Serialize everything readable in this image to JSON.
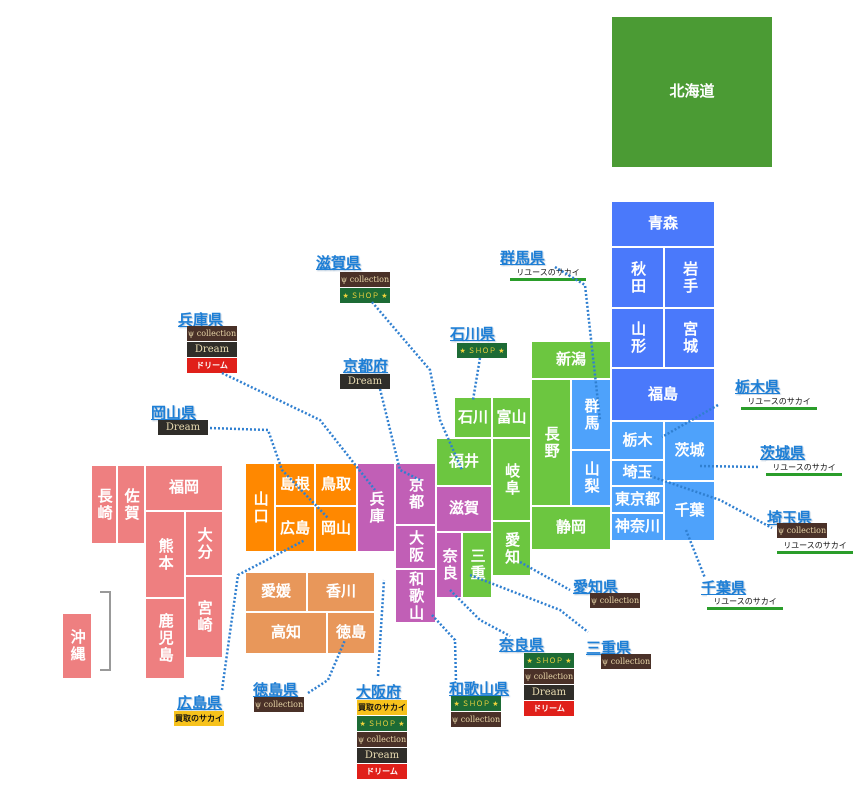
{
  "colors": {
    "hokkaido": "#4b9b34",
    "tohoku": "#4a79fb",
    "kanto": "#4ea2fb",
    "chubu": "#6cc640",
    "kinki": "#c15fb6",
    "chugoku": "#ff8800",
    "shikoku": "#e8975a",
    "kyushu": "#ee7f80",
    "link": "#1e7fd6"
  },
  "prefectures": [
    {
      "id": "hokkaido",
      "name": "北海道",
      "region": "hokkaido"
    },
    {
      "id": "aomori",
      "name": "青森",
      "region": "tohoku"
    },
    {
      "id": "akita",
      "name": "秋田",
      "region": "tohoku"
    },
    {
      "id": "iwate",
      "name": "岩手",
      "region": "tohoku"
    },
    {
      "id": "yamagata",
      "name": "山形",
      "region": "tohoku"
    },
    {
      "id": "miyagi",
      "name": "宮城",
      "region": "tohoku"
    },
    {
      "id": "fukushima",
      "name": "福島",
      "region": "tohoku"
    },
    {
      "id": "tochigi",
      "name": "栃木",
      "region": "kanto"
    },
    {
      "id": "ibaraki",
      "name": "茨城",
      "region": "kanto"
    },
    {
      "id": "saitama",
      "name": "埼玉",
      "region": "kanto"
    },
    {
      "id": "tokyo",
      "name": "東京都",
      "region": "kanto"
    },
    {
      "id": "kanagawa",
      "name": "神奈川",
      "region": "kanto"
    },
    {
      "id": "chiba",
      "name": "千葉",
      "region": "kanto"
    },
    {
      "id": "gunma",
      "name": "群馬",
      "region": "kanto"
    },
    {
      "id": "yamanashi",
      "name": "山梨",
      "region": "kanto"
    },
    {
      "id": "niigata",
      "name": "新潟",
      "region": "chubu"
    },
    {
      "id": "toyama",
      "name": "富山",
      "region": "chubu"
    },
    {
      "id": "ishikawa",
      "name": "石川",
      "region": "chubu"
    },
    {
      "id": "nagano",
      "name": "長野",
      "region": "chubu"
    },
    {
      "id": "gifu",
      "name": "岐阜",
      "region": "chubu"
    },
    {
      "id": "fukui",
      "name": "福井",
      "region": "chubu"
    },
    {
      "id": "shizuoka",
      "name": "静岡",
      "region": "chubu"
    },
    {
      "id": "aichi",
      "name": "愛知",
      "region": "chubu"
    },
    {
      "id": "shiga",
      "name": "滋賀",
      "region": "kinki"
    },
    {
      "id": "mie",
      "name": "三重",
      "region": "chubu"
    },
    {
      "id": "hyogo",
      "name": "兵庫",
      "region": "kinki"
    },
    {
      "id": "kyoto",
      "name": "京都",
      "region": "kinki"
    },
    {
      "id": "osaka",
      "name": "大阪",
      "region": "kinki"
    },
    {
      "id": "nara",
      "name": "奈良",
      "region": "kinki"
    },
    {
      "id": "wakayama",
      "name": "和歌山",
      "region": "kinki"
    },
    {
      "id": "yamaguchi",
      "name": "山口",
      "region": "chugoku"
    },
    {
      "id": "shimane",
      "name": "島根",
      "region": "chugoku"
    },
    {
      "id": "tottori",
      "name": "鳥取",
      "region": "chugoku"
    },
    {
      "id": "hiroshima",
      "name": "広島",
      "region": "chugoku"
    },
    {
      "id": "okayama",
      "name": "岡山",
      "region": "chugoku"
    },
    {
      "id": "ehime",
      "name": "愛媛",
      "region": "shikoku"
    },
    {
      "id": "kagawa",
      "name": "香川",
      "region": "shikoku"
    },
    {
      "id": "kochi",
      "name": "高知",
      "region": "shikoku"
    },
    {
      "id": "tokushima",
      "name": "徳島",
      "region": "shikoku"
    },
    {
      "id": "nagasaki",
      "name": "長崎",
      "region": "kyushu"
    },
    {
      "id": "saga",
      "name": "佐賀",
      "region": "kyushu"
    },
    {
      "id": "fukuoka",
      "name": "福岡",
      "region": "kyushu"
    },
    {
      "id": "kumamoto",
      "name": "熊本",
      "region": "kyushu"
    },
    {
      "id": "oita",
      "name": "大分",
      "region": "kyushu"
    },
    {
      "id": "kagoshima",
      "name": "鹿児島",
      "region": "kyushu"
    },
    {
      "id": "miyazaki",
      "name": "宮崎",
      "region": "kyushu"
    },
    {
      "id": "okinawa",
      "name": "沖縄",
      "region": "kyushu"
    }
  ],
  "badge_text": {
    "collection": "ψ collection",
    "green": "★ ＳＨＯＰ ★",
    "dream": "Dream",
    "doreem": "ドリーム",
    "reuse": "リユースのサカイ",
    "saikai": "買取のサカイ"
  },
  "shops": [
    {
      "id": "shiga",
      "label": "滋賀県",
      "badges": [
        "collection",
        "green"
      ]
    },
    {
      "id": "gunma",
      "label": "群馬県",
      "badges": [
        "reuse"
      ]
    },
    {
      "id": "hyogo",
      "label": "兵庫県",
      "badges": [
        "collection",
        "dream",
        "doreem"
      ]
    },
    {
      "id": "ishikawa",
      "label": "石川県",
      "badges": [
        "green"
      ]
    },
    {
      "id": "kyoto",
      "label": "京都府",
      "badges": [
        "dream"
      ]
    },
    {
      "id": "okayama",
      "label": "岡山県",
      "badges": [
        "dream"
      ]
    },
    {
      "id": "tochigi",
      "label": "栃木県",
      "badges": [
        "reuse"
      ]
    },
    {
      "id": "ibaraki",
      "label": "茨城県",
      "badges": [
        "reuse"
      ]
    },
    {
      "id": "saitama",
      "label": "埼玉県",
      "badges": [
        "collection",
        "reuse"
      ]
    },
    {
      "id": "aichi",
      "label": "愛知県",
      "badges": [
        "collection"
      ]
    },
    {
      "id": "chiba",
      "label": "千葉県",
      "badges": [
        "reuse"
      ]
    },
    {
      "id": "mie",
      "label": "三重県",
      "badges": [
        "collection"
      ]
    },
    {
      "id": "nara",
      "label": "奈良県",
      "badges": [
        "green",
        "collection",
        "dream",
        "doreem"
      ]
    },
    {
      "id": "hiroshima",
      "label": "広島県",
      "badges": [
        "saikai"
      ]
    },
    {
      "id": "tokushima",
      "label": "徳島県",
      "badges": [
        "collection"
      ]
    },
    {
      "id": "osaka",
      "label": "大阪府",
      "badges": [
        "saikai",
        "green",
        "collection",
        "dream",
        "doreem"
      ]
    },
    {
      "id": "wakayama",
      "label": "和歌山県",
      "badges": [
        "green",
        "collection"
      ]
    }
  ]
}
